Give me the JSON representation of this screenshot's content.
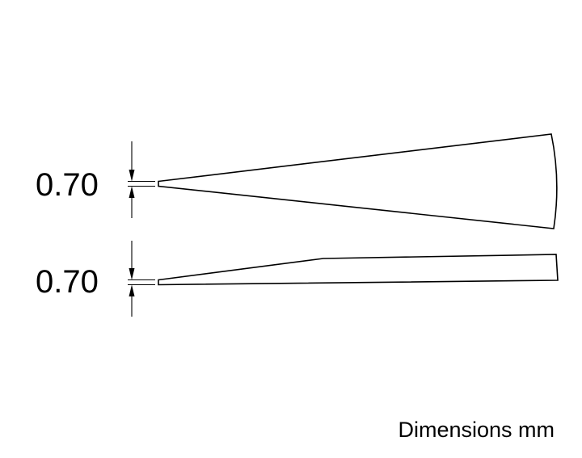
{
  "views": [
    {
      "id": "top-view",
      "dimension_label": "0.70"
    },
    {
      "id": "side-view",
      "dimension_label": "0.70"
    }
  ],
  "units_note": "Dimensions mm",
  "colors": {
    "line": "#000000",
    "background": "#ffffff"
  }
}
